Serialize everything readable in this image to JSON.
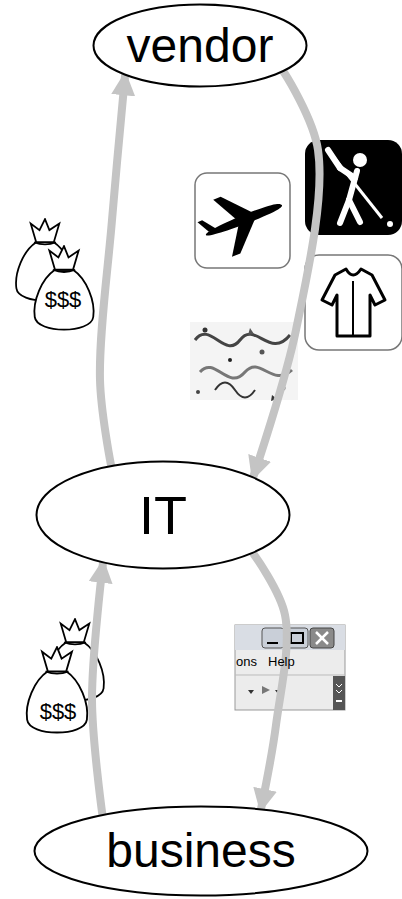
{
  "diagram": {
    "nodes": [
      {
        "text": [
          "vendor"
        ]
      },
      {
        "text": [
          "IT"
        ]
      },
      {
        "text": [
          "business"
        ]
      }
    ],
    "edges": [
      {
        "from": 2,
        "to": 1,
        "arrow": "to"
      },
      {
        "from": 1,
        "to": 2,
        "arrow": "to"
      },
      {
        "from": 1,
        "to": 0,
        "arrow": "to"
      },
      {
        "from": 0,
        "to": 1,
        "arrow": "to"
      }
    ],
    "labels": [
      "$$$",
      "$$$",
      "ons",
      "Help"
    ]
  }
}
